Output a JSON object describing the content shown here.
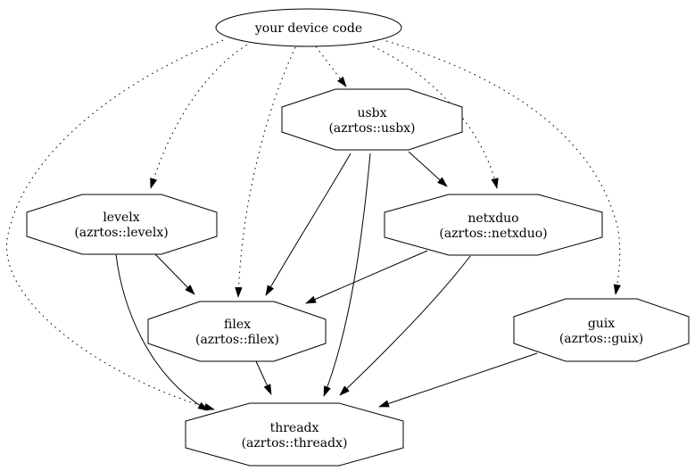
{
  "diagram": {
    "type": "dependency-graph",
    "colors": {
      "background": "#ffffff",
      "node_fill": "#ffffff",
      "node_stroke": "#000000",
      "edge_stroke": "#000000",
      "text": "#000000"
    },
    "nodes": {
      "device": {
        "label": "your device code",
        "shape": "ellipse"
      },
      "usbx": {
        "label": "usbx",
        "sublabel": "(azrtos::usbx)",
        "shape": "octagon"
      },
      "levelx": {
        "label": "levelx",
        "sublabel": "(azrtos::levelx)",
        "shape": "octagon"
      },
      "netxduo": {
        "label": "netxduo",
        "sublabel": "(azrtos::netxduo)",
        "shape": "octagon"
      },
      "filex": {
        "label": "filex",
        "sublabel": "(azrtos::filex)",
        "shape": "octagon"
      },
      "guix": {
        "label": "guix",
        "sublabel": "(azrtos::guix)",
        "shape": "octagon"
      },
      "threadx": {
        "label": "threadx",
        "sublabel": "(azrtos::threadx)",
        "shape": "octagon"
      }
    },
    "edges": [
      {
        "from": "your device code",
        "to": "usbx",
        "style": "dotted"
      },
      {
        "from": "your device code",
        "to": "levelx",
        "style": "dotted"
      },
      {
        "from": "your device code",
        "to": "netxduo",
        "style": "dotted"
      },
      {
        "from": "your device code",
        "to": "guix",
        "style": "dotted"
      },
      {
        "from": "your device code",
        "to": "filex",
        "style": "dotted"
      },
      {
        "from": "your device code",
        "to": "threadx",
        "style": "dotted"
      },
      {
        "from": "usbx",
        "to": "netxduo",
        "style": "solid"
      },
      {
        "from": "usbx",
        "to": "filex",
        "style": "solid"
      },
      {
        "from": "usbx",
        "to": "threadx",
        "style": "solid"
      },
      {
        "from": "levelx",
        "to": "filex",
        "style": "solid"
      },
      {
        "from": "levelx",
        "to": "threadx",
        "style": "solid"
      },
      {
        "from": "netxduo",
        "to": "filex",
        "style": "solid"
      },
      {
        "from": "netxduo",
        "to": "threadx",
        "style": "solid"
      },
      {
        "from": "filex",
        "to": "threadx",
        "style": "solid"
      },
      {
        "from": "guix",
        "to": "threadx",
        "style": "solid"
      }
    ]
  }
}
